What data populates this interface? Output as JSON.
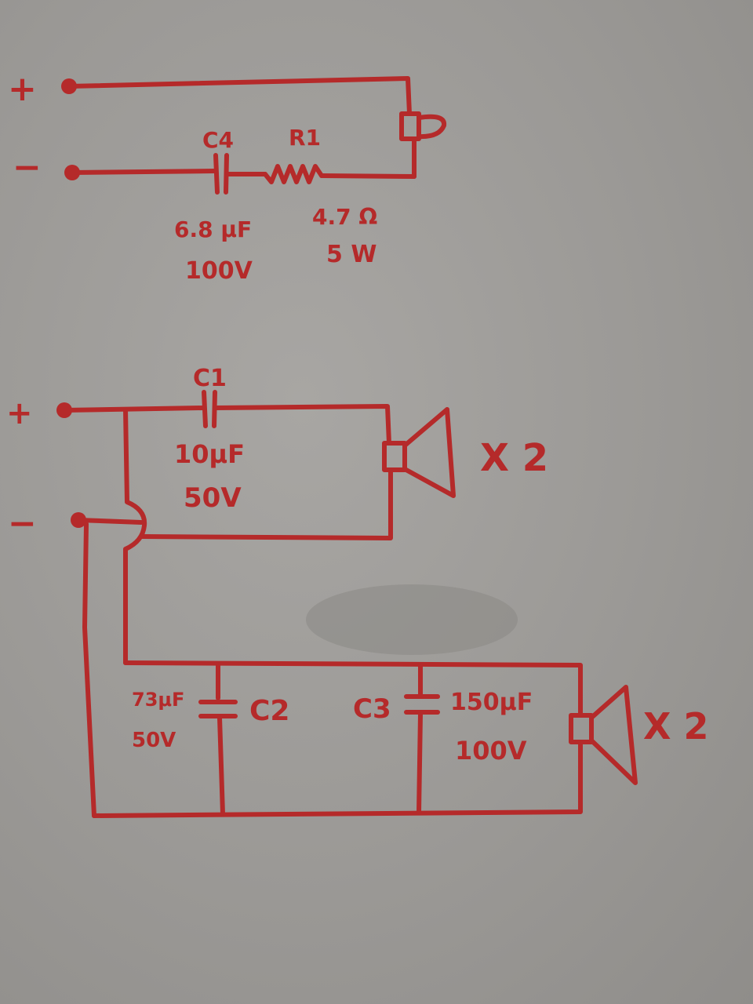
{
  "circuit_top": {
    "pos_terminal": "+",
    "neg_terminal": "−",
    "capacitor": {
      "ref": "C4",
      "value": "6.8 μF",
      "voltage": "100V"
    },
    "resistor": {
      "ref": "R1",
      "value": "4.7 Ω",
      "power": "5 W"
    }
  },
  "circuit_mid": {
    "pos_terminal": "+",
    "neg_terminal": "−",
    "capacitor": {
      "ref": "C1",
      "value": "10μF",
      "voltage": "50V"
    },
    "speaker_multiplier": "X 2"
  },
  "circuit_bottom": {
    "capacitor_c2": {
      "ref": "C2",
      "value": "73μF",
      "voltage": "50V"
    },
    "capacitor_c3": {
      "ref": "C3",
      "value": "150μF",
      "voltage": "100V"
    },
    "speaker_multiplier": "X 2"
  },
  "colors": {
    "ink": "#b52a2a",
    "paper": "#9b9996"
  }
}
